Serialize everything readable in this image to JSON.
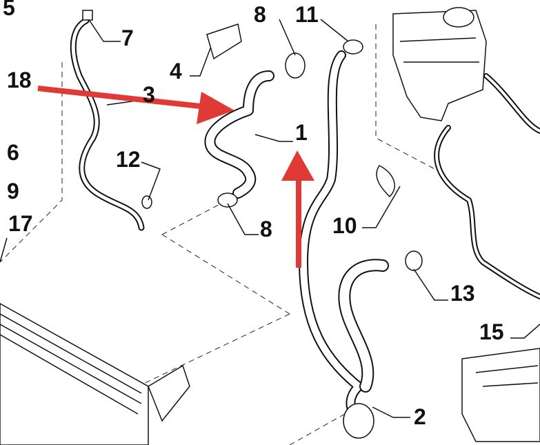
{
  "diagram": {
    "title": "Engine cooling hoses parts diagram",
    "labels": {
      "p5": "5",
      "p7": "7",
      "p8a": "8",
      "p11": "11",
      "p18": "18",
      "p3": "3",
      "p4": "4",
      "p6": "6",
      "p9": "9",
      "p17": "17",
      "p12": "12",
      "p1": "1",
      "p10": "10",
      "p8b": "8",
      "p13": "13",
      "p15": "15",
      "p2": "2"
    },
    "arrow_color": "#e03a36"
  }
}
